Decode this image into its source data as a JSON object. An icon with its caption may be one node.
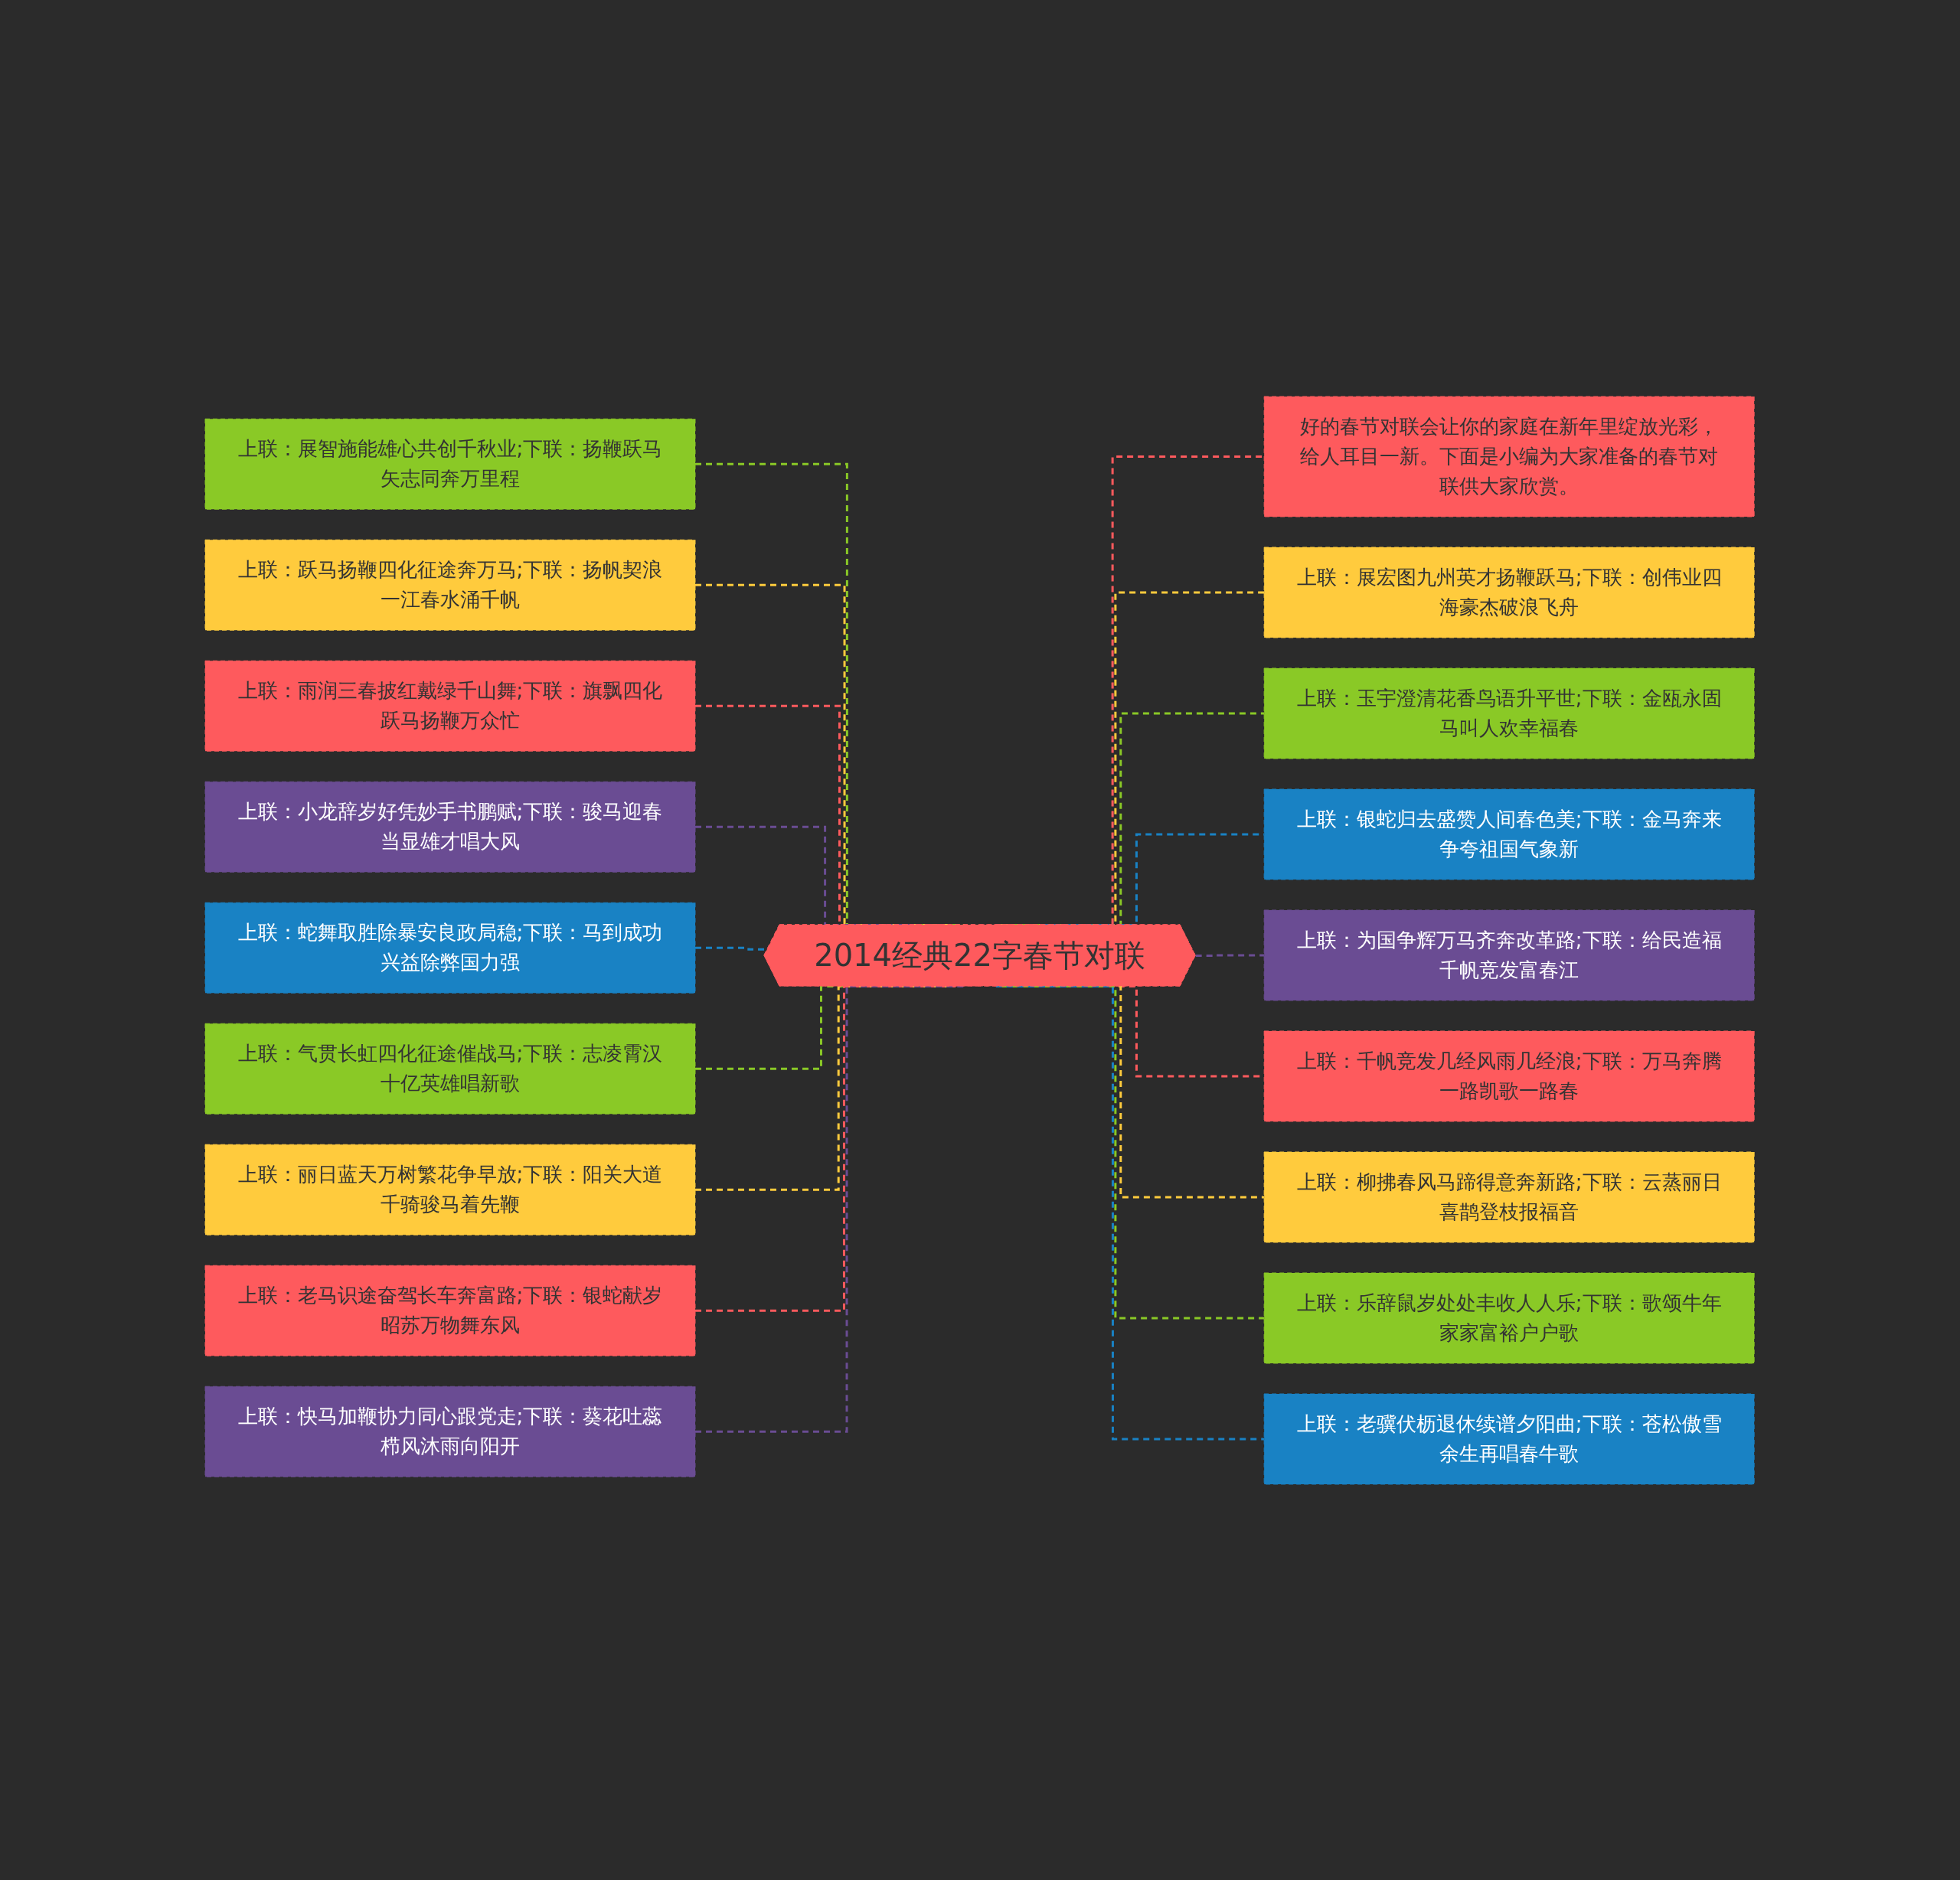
{
  "diagram": {
    "nodes": [
      {
        "text": [
          "2014经典22字春节对联"
        ]
      },
      {
        "text": [
          "好的春节对联会让你的家庭在新年里绽放光彩，给人耳目一新。下面是小编为大家准备的春节对联供大家欣赏。"
        ]
      },
      {
        "text": [
          "上联：展宏图九州英才扬鞭跃马;下联：创伟业四海豪杰破浪飞舟"
        ]
      },
      {
        "text": [
          "上联：玉宇澄清花香鸟语升平世;下联：金瓯永固马叫人欢幸福春"
        ]
      },
      {
        "text": [
          "上联：银蛇归去盛赞人间春色美;下联：金马奔来争夸祖国气象新"
        ]
      },
      {
        "text": [
          "上联：为国争辉万马齐奔改革路;下联：给民造福千帆竞发富春江"
        ]
      },
      {
        "text": [
          "上联：千帆竞发几经风雨几经浪;下联：万马奔腾一路凯歌一路春"
        ]
      },
      {
        "text": [
          "上联：柳拂春风马蹄得意奔新路;下联：云蒸丽日喜鹊登枝报福音"
        ]
      },
      {
        "text": [
          "上联：乐辞鼠岁处处丰收人人乐;下联：歌颂牛年家家富裕户户歌"
        ]
      },
      {
        "text": [
          "上联：老骥伏枥退休续谱夕阳曲;下联：苍松傲雪余生再唱春牛歌"
        ]
      },
      {
        "text": [
          "上联：展智施能雄心共创千秋业;下联：扬鞭跃马矢志同奔万里程"
        ]
      },
      {
        "text": [
          "上联：跃马扬鞭四化征途奔万马;下联：扬帆契浪一江春水涌千帆"
        ]
      },
      {
        "text": [
          "上联：雨润三春披红戴绿千山舞;下联：旗飘四化跃马扬鞭万众忙"
        ]
      },
      {
        "text": [
          "上联：小龙辞岁好凭妙手书鹏赋;下联：骏马迎春当显雄才唱大风"
        ]
      },
      {
        "text": [
          "上联：蛇舞取胜除暴安良政局稳;下联：马到成功兴益除弊国力强"
        ]
      },
      {
        "text": [
          "上联：气贯长虹四化征途催战马;下联：志凌霄汉十亿英雄唱新歌"
        ]
      },
      {
        "text": [
          "上联：丽日蓝天万树繁花争早放;下联：阳关大道千骑骏马着先鞭"
        ]
      },
      {
        "text": [
          "上联：老马识途奋驾长车奔富路;下联：银蛇献岁昭苏万物舞东风"
        ]
      },
      {
        "text": [
          "上联：快马加鞭协力同心跟党走;下联：葵花吐蕊栉风沐雨向阳开"
        ]
      }
    ],
    "edges": [
      {
        "from": 0,
        "to": 1,
        "arrow": "none",
        "style": "dashed",
        "color": "#fe5a5d"
      },
      {
        "from": 0,
        "to": 2,
        "arrow": "none",
        "style": "dashed",
        "color": "#ffcb3d"
      },
      {
        "from": 0,
        "to": 3,
        "arrow": "none",
        "style": "dashed",
        "color": "#8ac926"
      },
      {
        "from": 0,
        "to": 4,
        "arrow": "none",
        "style": "dashed",
        "color": "#1982c4"
      },
      {
        "from": 0,
        "to": 5,
        "arrow": "none",
        "style": "dashed",
        "color": "#6a4c93"
      },
      {
        "from": 0,
        "to": 6,
        "arrow": "none",
        "style": "dashed",
        "color": "#fe5a5d"
      },
      {
        "from": 0,
        "to": 7,
        "arrow": "none",
        "style": "dashed",
        "color": "#ffcb3d"
      },
      {
        "from": 0,
        "to": 8,
        "arrow": "none",
        "style": "dashed",
        "color": "#8ac926"
      },
      {
        "from": 0,
        "to": 9,
        "arrow": "none",
        "style": "dashed",
        "color": "#1982c4"
      },
      {
        "from": 0,
        "to": 10,
        "arrow": "none",
        "style": "dashed",
        "color": "#8ac926"
      },
      {
        "from": 0,
        "to": 11,
        "arrow": "none",
        "style": "dashed",
        "color": "#ffcb3d"
      },
      {
        "from": 0,
        "to": 12,
        "arrow": "none",
        "style": "dashed",
        "color": "#fe5a5d"
      },
      {
        "from": 0,
        "to": 13,
        "arrow": "none",
        "style": "dashed",
        "color": "#6a4c93"
      },
      {
        "from": 0,
        "to": 14,
        "arrow": "none",
        "style": "dashed",
        "color": "#1982c4"
      },
      {
        "from": 0,
        "to": 15,
        "arrow": "none",
        "style": "dashed",
        "color": "#8ac926"
      },
      {
        "from": 0,
        "to": 16,
        "arrow": "none",
        "style": "dashed",
        "color": "#ffcb3d"
      },
      {
        "from": 0,
        "to": 17,
        "arrow": "none",
        "style": "dashed",
        "color": "#fe5a5d"
      },
      {
        "from": 0,
        "to": 18,
        "arrow": "none",
        "style": "dashed",
        "color": "#6a4c93"
      }
    ]
  }
}
